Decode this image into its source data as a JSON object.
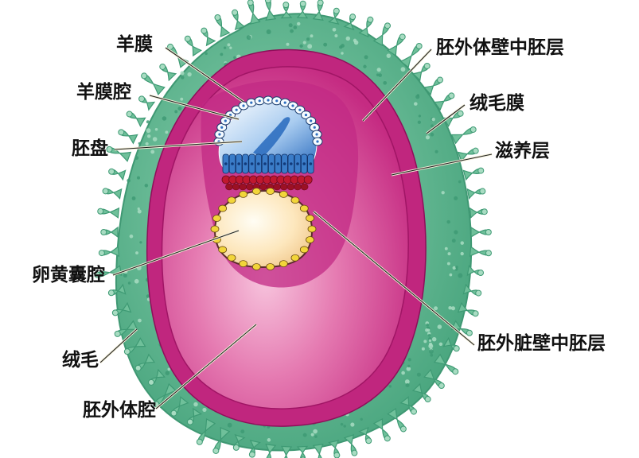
{
  "labels": {
    "amnion": "羊膜",
    "amniotic_cavity": "羊膜腔",
    "embryonic_disc": "胚盘",
    "yolk_sac_cavity": "卵黄囊腔",
    "villi": "绒毛",
    "extraembryonic_coelom": "胚外体腔",
    "extraembryonic_somatic_mesoderm": "胚外体壁中胚层",
    "chorion": "绒毛膜",
    "trophoblast": "滋养层",
    "extraembryonic_splanchnic_mesoderm": "胚外脏壁中胚层"
  },
  "colors": {
    "villi_fill": "#6fc09a",
    "villi_dark": "#3e9a74",
    "villi_light": "#a8dcc2",
    "mesoderm_magenta": "#b8136e",
    "coelom_pink": "#d95aa0",
    "coelom_light": "#f6b8d8",
    "amniotic_blue": "#4f8fd6",
    "amnion_cells": "#3a7cc8",
    "hypoblast_red": "#c0182f",
    "yolk_yellow": "#f2d53a",
    "yolk_fill": "#fde9c0",
    "leader_line": "#f2eeda"
  }
}
